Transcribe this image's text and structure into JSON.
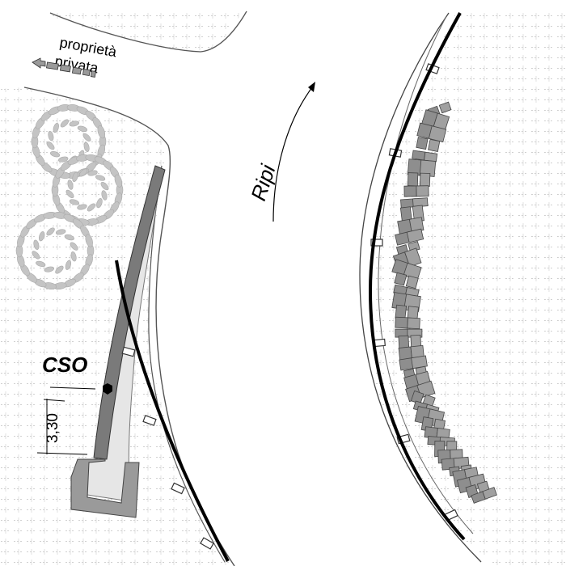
{
  "labels": {
    "private_line1": "proprietà",
    "private_line2": "privata",
    "road_name": "Ripi",
    "point_code": "CSO",
    "dimension": "3,30"
  },
  "colors": {
    "ink": "#000000",
    "hatch": "#d4d4d4",
    "dark_gray": "#7d7d7d",
    "mid_gray": "#9a9a9a",
    "light_gray": "#e3e3e3",
    "tree_gray": "#c2c2c2",
    "stone_gray": "#8c8c8c"
  },
  "icons": {
    "direction": "arrow-icon",
    "point": "manhole-hexagon-icon",
    "trees": "tree-canopy-icon"
  }
}
